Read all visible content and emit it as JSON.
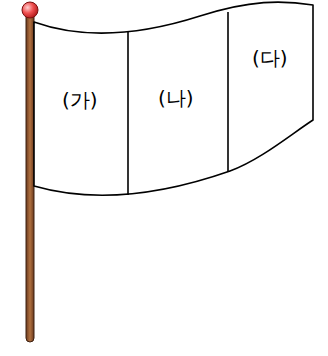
{
  "diagram": {
    "labels": [
      "(가)",
      "(나)",
      "(다)"
    ]
  }
}
